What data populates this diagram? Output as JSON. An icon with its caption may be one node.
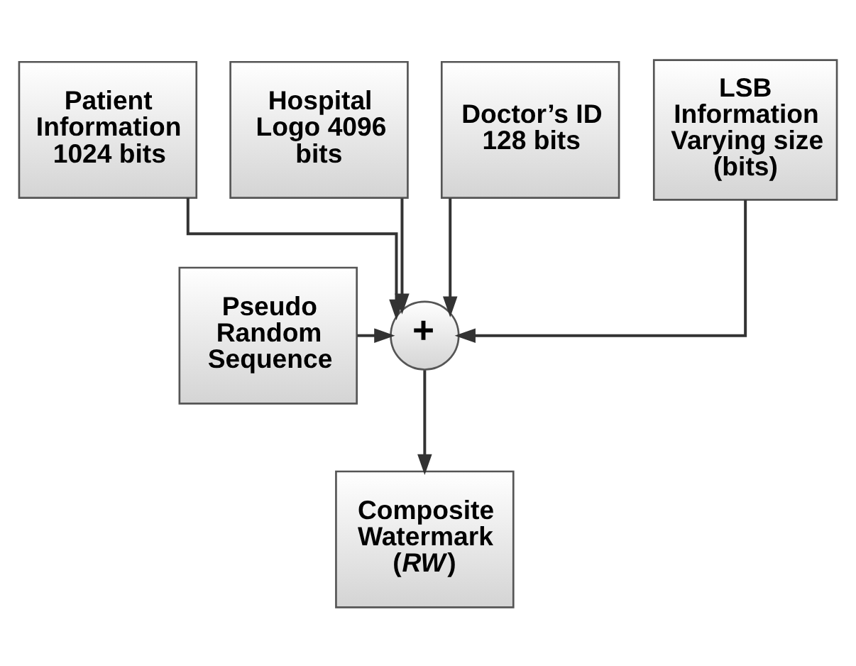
{
  "diagram": {
    "nodes": [
      {
        "text": [
          "Patient Information 1024 bits"
        ]
      },
      {
        "text": [
          "Hospital Logo 4096 bits"
        ]
      },
      {
        "text": [
          "Doctor’s ID 128 bits"
        ]
      },
      {
        "text": [
          "LSB Information Varying size (bits)"
        ]
      },
      {
        "text": [
          "Pseudo Random Sequence"
        ]
      },
      {
        "text": [
          "+"
        ]
      },
      {
        "text": [
          "Composite Watermark (*RW*)"
        ]
      }
    ],
    "edges": [
      {
        "from": 0,
        "to": 5,
        "arrow": "to"
      },
      {
        "from": 1,
        "to": 5,
        "arrow": "to"
      },
      {
        "from": 2,
        "to": 5,
        "arrow": "to"
      },
      {
        "from": 3,
        "to": 5,
        "arrow": "to"
      },
      {
        "from": 4,
        "to": 5,
        "arrow": "to"
      },
      {
        "from": 5,
        "to": 6,
        "arrow": "to"
      }
    ]
  }
}
